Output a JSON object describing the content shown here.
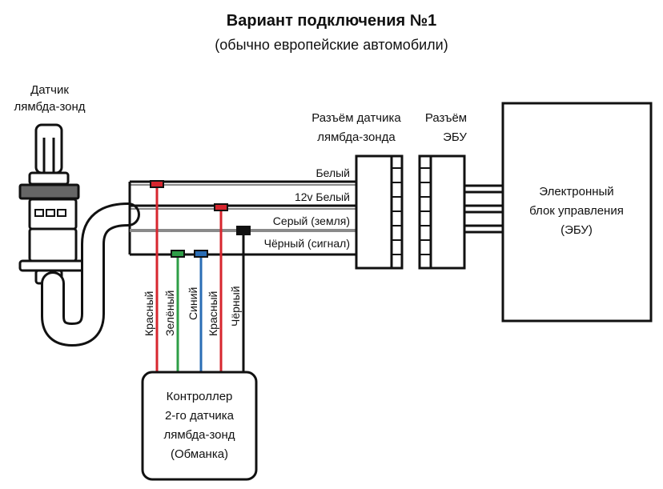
{
  "title": "Вариант подключения №1",
  "subtitle": "(обычно европейские автомобили)",
  "sensor": {
    "line1": "Датчик",
    "line2": "лямбда-зонд"
  },
  "sensor_connector": {
    "line1": "Разъём датчика",
    "line2": "лямбда-зонда"
  },
  "ecu_connector": {
    "line1": "Разъём",
    "line2": "ЭБУ"
  },
  "ecu": {
    "line1": "Электронный",
    "line2": "блок управления",
    "line3": "(ЭБУ)"
  },
  "wires": {
    "white": "Белый",
    "white_12v": "12v Белый",
    "grey": "Серый (земля)",
    "black": "Чёрный (сигнал)"
  },
  "controller_wires": [
    "Красный",
    "Зелёный",
    "Синий",
    "Красный",
    "Чёрный"
  ],
  "controller": {
    "line1": "Контроллер",
    "line2": "2-го датчика",
    "line3": "лямбда-зонд",
    "line4": "(Обманка)"
  },
  "colors": {
    "red": "#d7262e",
    "green": "#2e9e47",
    "blue": "#2a6db5",
    "grey": "#8a8a8a",
    "black": "#111111"
  }
}
